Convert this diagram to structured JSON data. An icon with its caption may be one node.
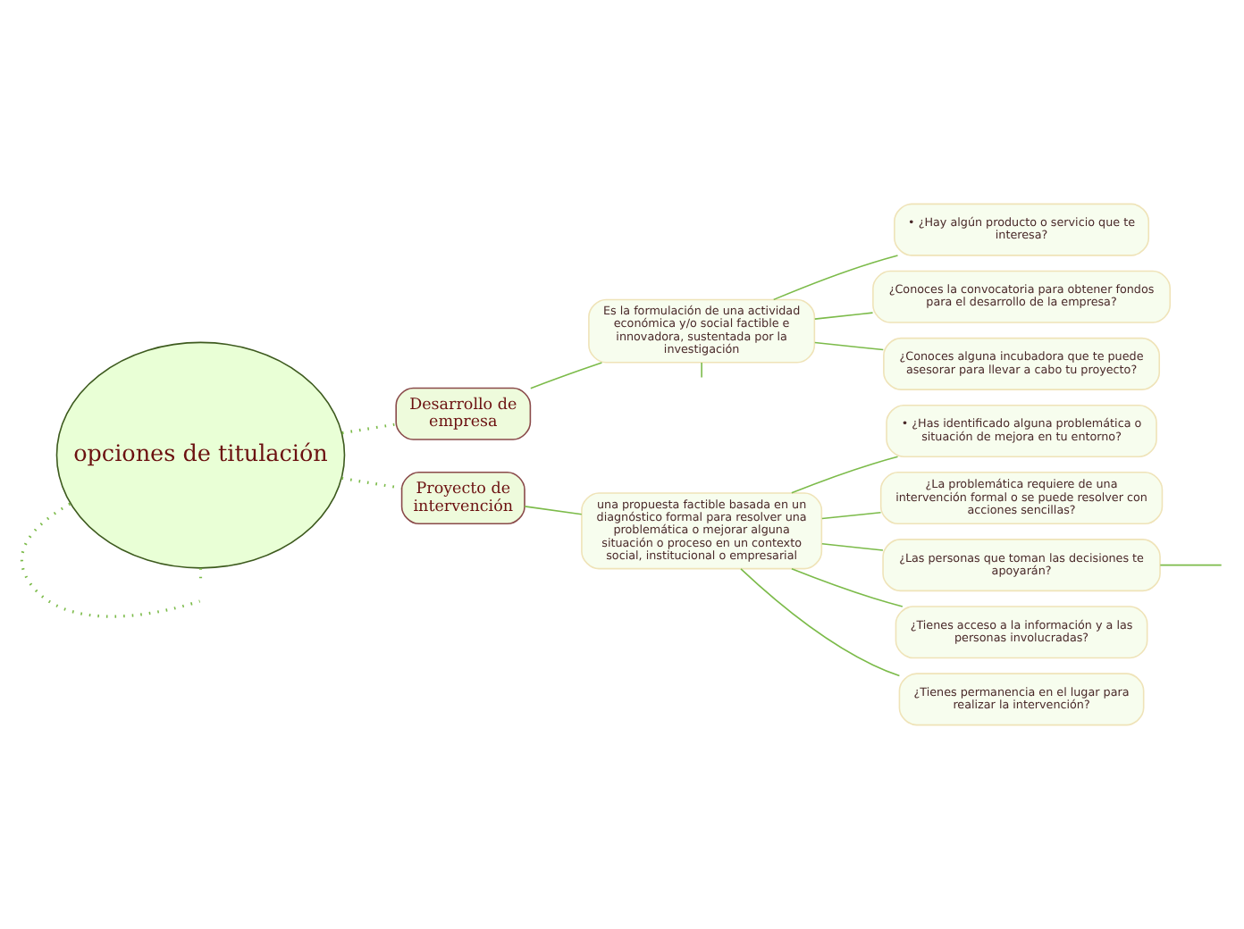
{
  "diagram": {
    "nodes": [
      {
        "text": [
          "opciones de titulación"
        ]
      },
      {
        "text": [
          "Desarrollo de empresa"
        ]
      },
      {
        "text": [
          "Es la formulación de una actividad económica y/o social factible e innovadora, sustentada por la investigación"
        ]
      },
      {
        "text": [
          "• ¿Hay algún producto o servicio que te interesa?"
        ]
      },
      {
        "text": [
          "¿Conoces la convocatoria para obtener fondos para el desarrollo de la empresa?"
        ]
      },
      {
        "text": [
          "¿Conoces alguna incubadora que te puede asesorar para llevar a cabo tu proyecto?"
        ]
      },
      {
        "text": [
          "Proyecto de intervención"
        ]
      },
      {
        "text": [
          "una propuesta factible basada en un diagnóstico formal para resolver una problemática o mejorar alguna situación o proceso en un contexto social, institucional o empresarial"
        ]
      },
      {
        "text": [
          "• ¿Has identificado alguna problemática o situación de mejora en tu entorno?"
        ]
      },
      {
        "text": [
          "¿La problemática requiere de una intervención formal o se puede resolver con acciones sencillas?"
        ]
      },
      {
        "text": [
          "¿Las personas que toman las decisiones te apoyarán?"
        ]
      },
      {
        "text": [
          "¿Tienes acceso a la información y a las personas involucradas?"
        ]
      },
      {
        "text": [
          "¿Tienes permanencia en el lugar para realizar la intervención?"
        ]
      }
    ],
    "edges": [
      {
        "from": 0,
        "to": null,
        "arrow": "none",
        "style": "dashed"
      },
      {
        "from": 0,
        "to": 1,
        "arrow": "none",
        "style": "dashed"
      },
      {
        "from": 1,
        "to": 2,
        "arrow": "none"
      },
      {
        "from": 2,
        "to": null,
        "arrow": "none"
      },
      {
        "from": 2,
        "to": 3,
        "arrow": "none"
      },
      {
        "from": 2,
        "to": 4,
        "arrow": "none"
      },
      {
        "from": 2,
        "to": 5,
        "arrow": "none"
      },
      {
        "from": 0,
        "to": 6,
        "arrow": "none",
        "style": "dashed"
      },
      {
        "from": 6,
        "to": 7,
        "arrow": "none"
      },
      {
        "from": 7,
        "to": 8,
        "arrow": "none"
      },
      {
        "from": 7,
        "to": 9,
        "arrow": "none"
      },
      {
        "from": 7,
        "to": 10,
        "arrow": "none"
      },
      {
        "from": 10,
        "to": null,
        "arrow": "none"
      },
      {
        "from": 7,
        "to": 11,
        "arrow": "none"
      },
      {
        "from": 7,
        "to": 12,
        "arrow": "none"
      },
      {
        "from": 0,
        "to": null,
        "arrow": "none",
        "style": "dashed"
      }
    ]
  }
}
